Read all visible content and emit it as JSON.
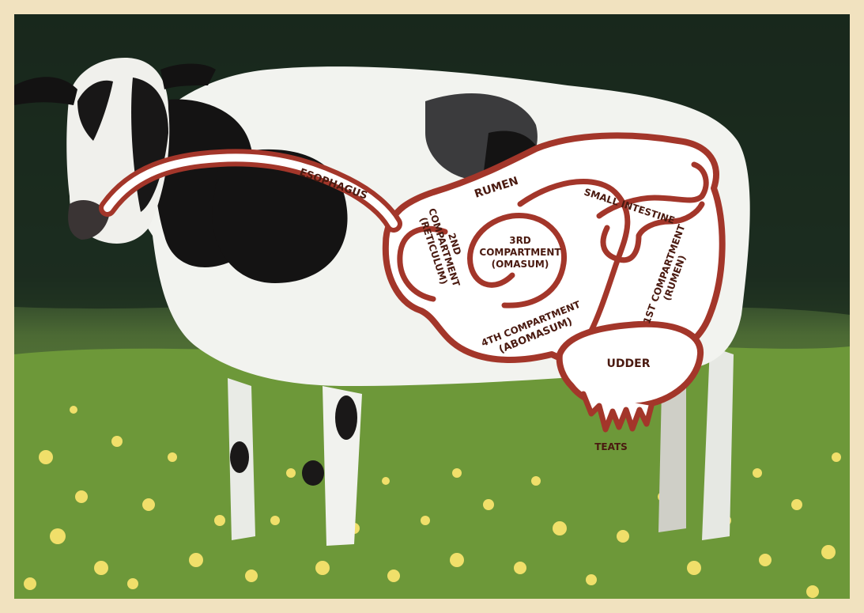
{
  "colors": {
    "frame": "#f1e2bf",
    "organ_outline": "#a3362a",
    "organ_fill": "#ffffff",
    "label_text": "#5a1a10",
    "grass": "#6f9a3a",
    "dark_background": "#1b2a1c"
  },
  "labels": {
    "esophagus": "ESOPHAGUS",
    "rumen_top": "RUMEN",
    "small_intestine": "SMALL INTESTINE",
    "third_line1": "3RD",
    "third_line2": "COMPARTMENT",
    "third_line3": "(OMASUM)",
    "second_line1": "2ND",
    "second_line2": "COMPARTMENT",
    "second_line3": "(RETICULUM)",
    "fourth_line1": "4TH COMPARTMENT",
    "fourth_line2": "(ABOMASUM)",
    "first_line1": "1ST COMPARTMENT",
    "first_line2": "(RUMEN)",
    "udder": "UDDER",
    "teats": "TEATS"
  }
}
